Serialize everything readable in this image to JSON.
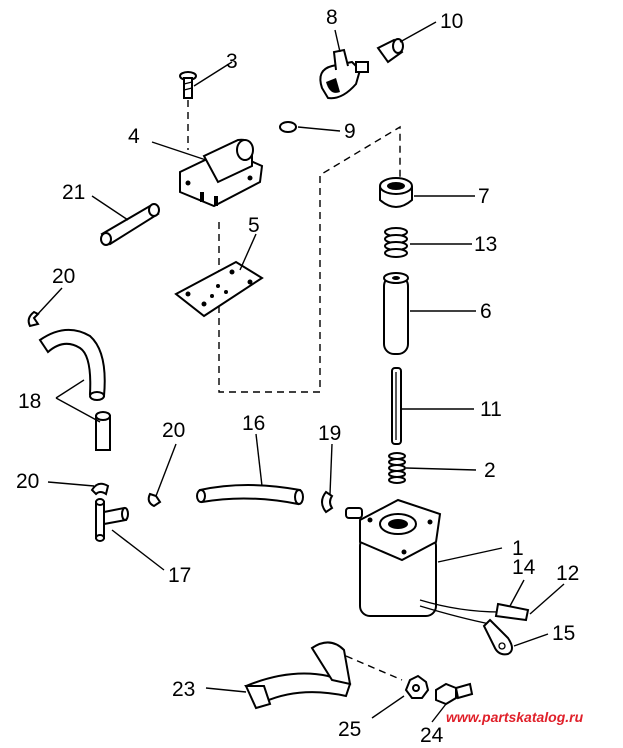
{
  "callouts": [
    "1",
    "2",
    "3",
    "4",
    "5",
    "6",
    "7",
    "8",
    "9",
    "10",
    "11",
    "12",
    "13",
    "14",
    "15",
    "16",
    "17",
    "18",
    "19",
    "20",
    "20",
    "20",
    "21",
    "23",
    "24",
    "25"
  ],
  "watermark": "www.partskatalog.ru",
  "colors": {
    "ink": "#000000",
    "background": "#ffffff",
    "watermark": "#e0202a"
  }
}
